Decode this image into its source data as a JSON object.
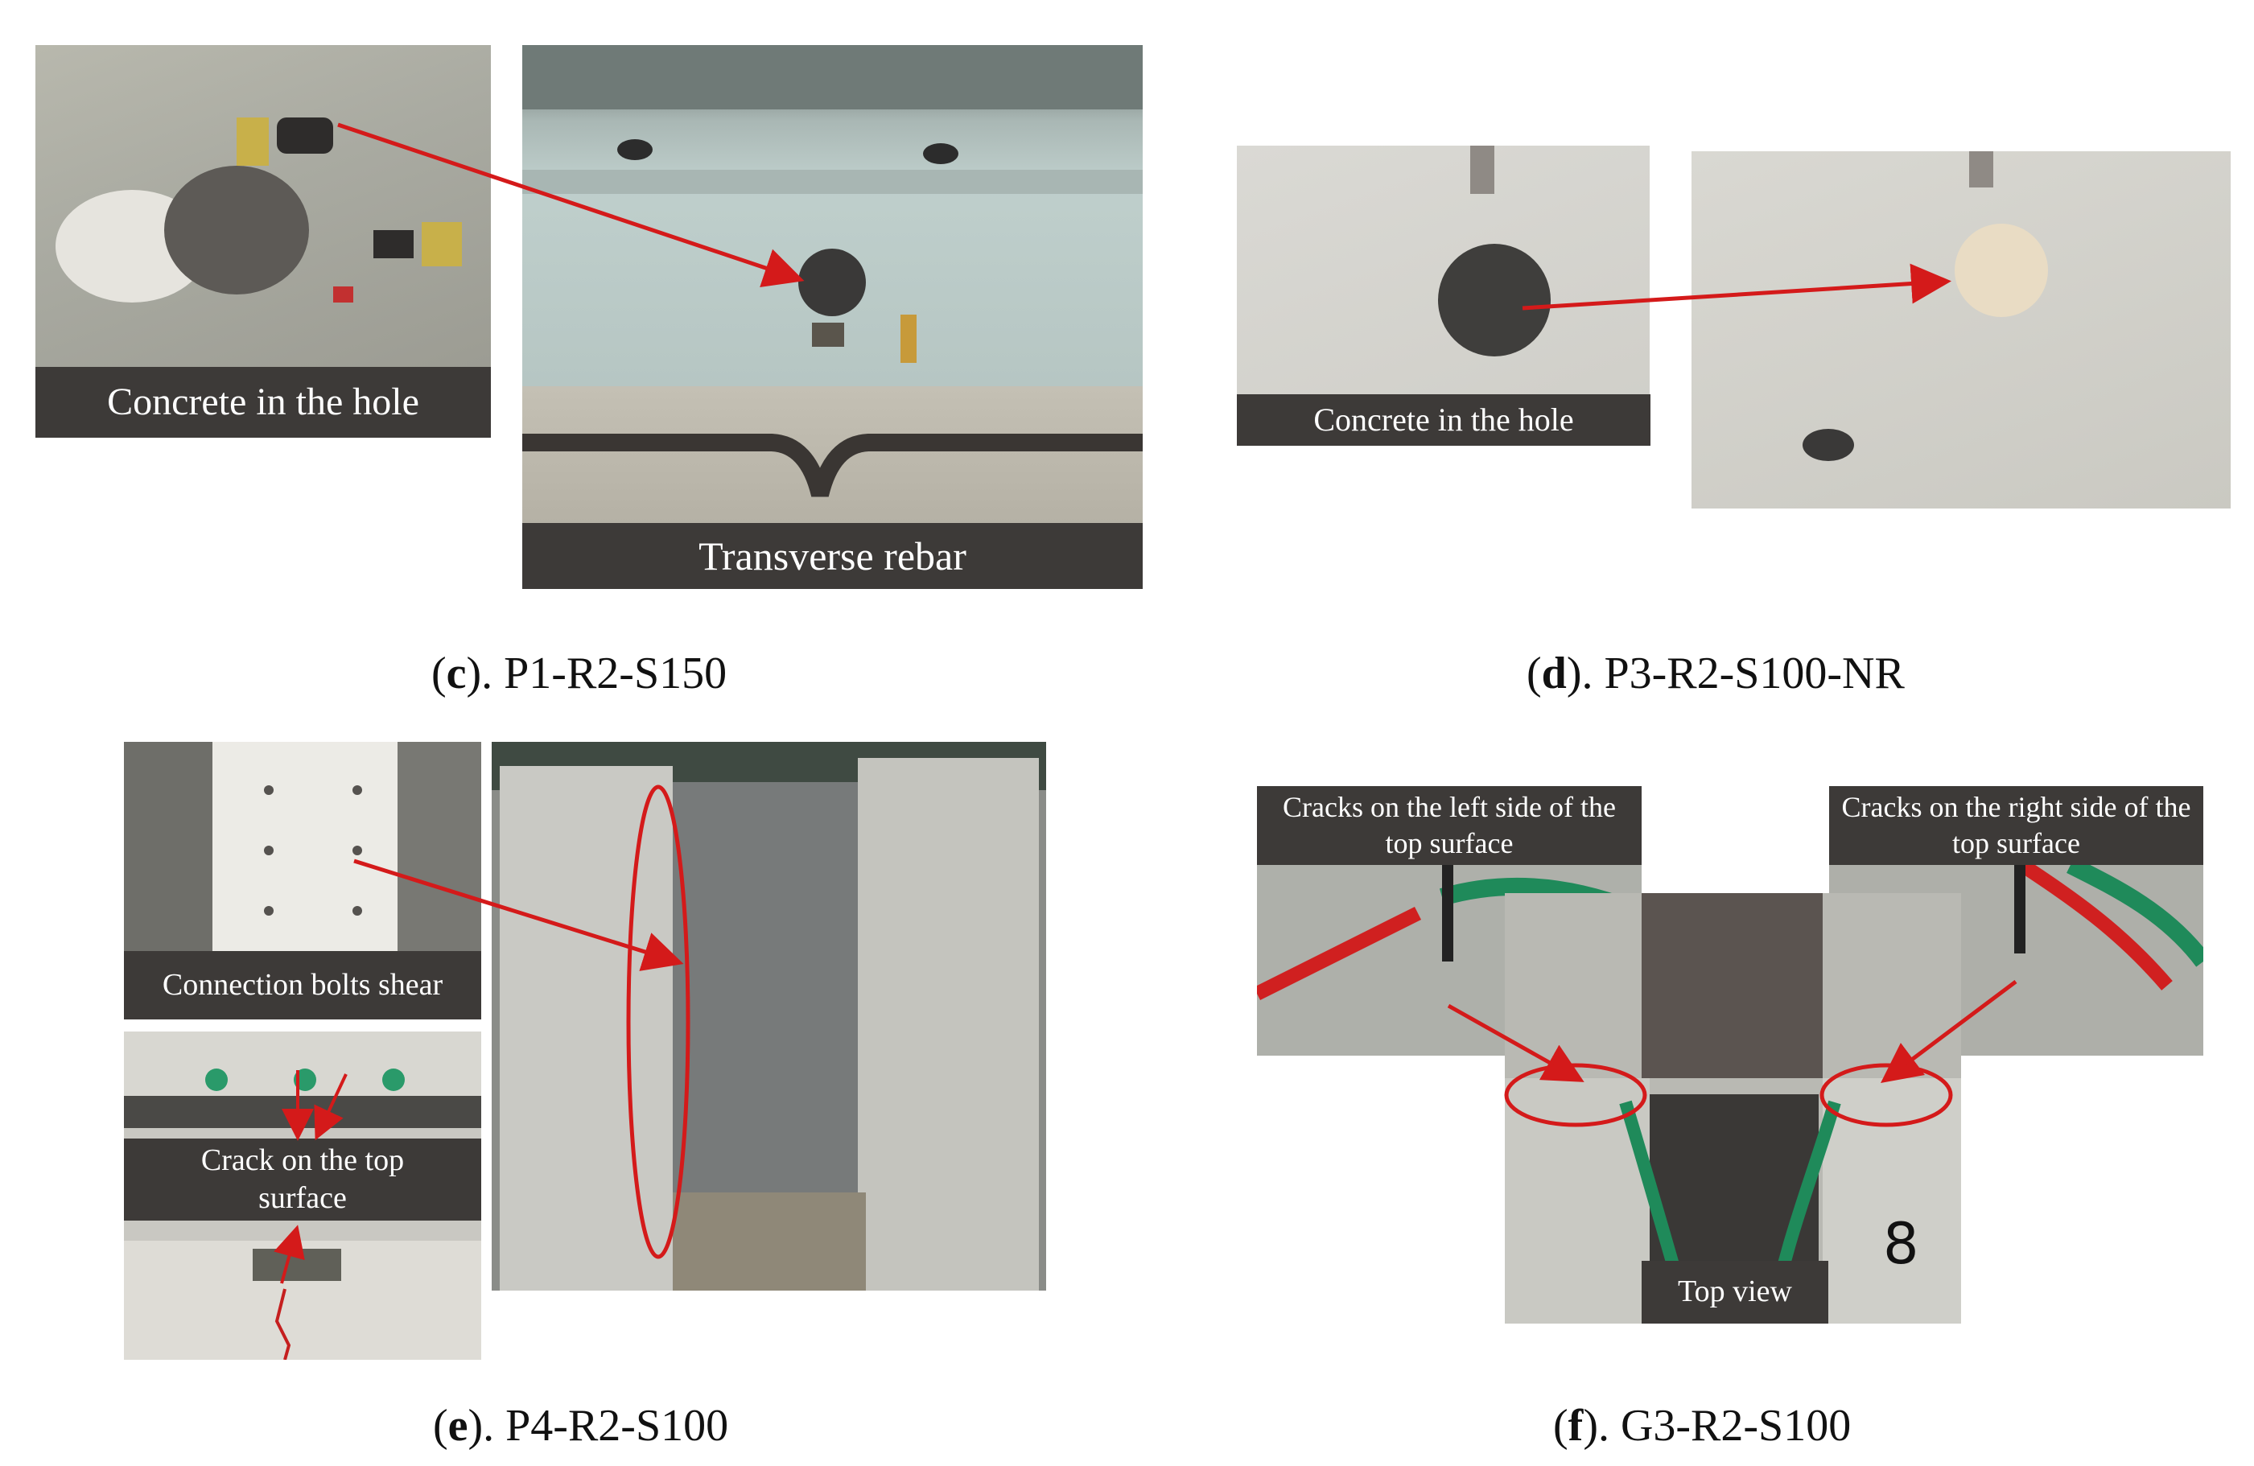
{
  "panels": {
    "c": {
      "caption_letter": "c",
      "caption_rest": "). P1-R2-S150",
      "label_concrete": "Concrete  in the hole",
      "label_rebar": "Transverse rebar"
    },
    "d": {
      "caption_letter": "d",
      "caption_rest": "). P3-R2-S100-NR",
      "label_concrete": "Concrete in the hole"
    },
    "e": {
      "caption_letter": "e",
      "caption_rest": "). P4-R2-S100",
      "label_bolts": "Connection bolts shear",
      "label_crack": "Crack  on the top surface"
    },
    "f": {
      "caption_letter": "f",
      "caption_rest": "). G3-R2-S100",
      "label_left": "Cracks  on the left side of the top surface",
      "label_right": "Cracks  on the right side of the top surface",
      "label_top": "Top view"
    }
  },
  "colors": {
    "arrow": "#d41a1a",
    "label_bg": "#3d3a38"
  }
}
